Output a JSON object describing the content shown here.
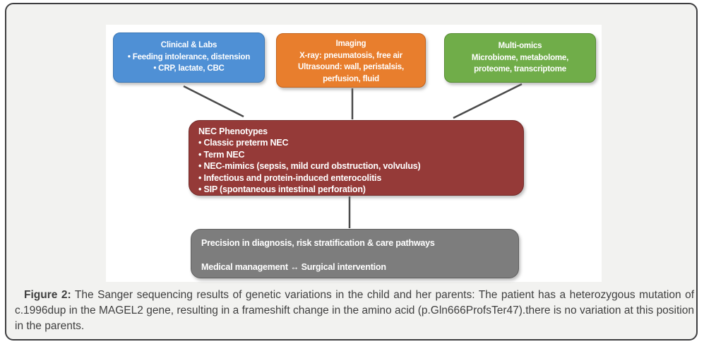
{
  "diagram": {
    "clinical": {
      "title": "Clinical & Labs",
      "lines": [
        "• Feeding intolerance, distension",
        "• CRP, lactate, CBC"
      ]
    },
    "imaging": {
      "title": "Imaging",
      "lines": [
        "X-ray: pneumatosis, free air",
        "Ultrasound: wall, peristalsis,",
        "perfusion, fluid"
      ]
    },
    "multiomics": {
      "title": "Multi-omics",
      "lines": [
        "Microbiome, metabolome,",
        "proteome, transcriptome"
      ]
    },
    "nec": {
      "title": "NEC Phenotypes",
      "items": [
        "• Classic preterm NEC",
        "• Term NEC",
        "• NEC-mimics (sepsis, mild curd obstruction, volvulus)",
        "• Infectious and protein-induced enterocolitis",
        "• SIP (spontaneous intestinal perforation)"
      ]
    },
    "outcome": {
      "line1": "Precision in diagnosis, risk stratification & care pathways",
      "line2": "Medical management ↔ Surgical intervention"
    },
    "colors": {
      "clinical": "#4f90d5",
      "imaging": "#e87e2d",
      "multiomics": "#70ad49",
      "nec": "#953a38",
      "outcome": "#7d7d7d",
      "connector": "#4a4a4a",
      "frame_background": "#f2f2f0",
      "frame_border": "#3d3d3f"
    }
  },
  "caption": {
    "label": "Figure 2:",
    "line1_rest": " The Sanger sequencing results of genetic variations in the child and her parents: The patient has a heterozygous mutation of",
    "line2": "c.1996dup in the MAGEL2 gene, resulting in a frameshift change in the amino acid (p.Gln666ProfsTer47).there is no variation at this position",
    "line3": "in the parents."
  }
}
